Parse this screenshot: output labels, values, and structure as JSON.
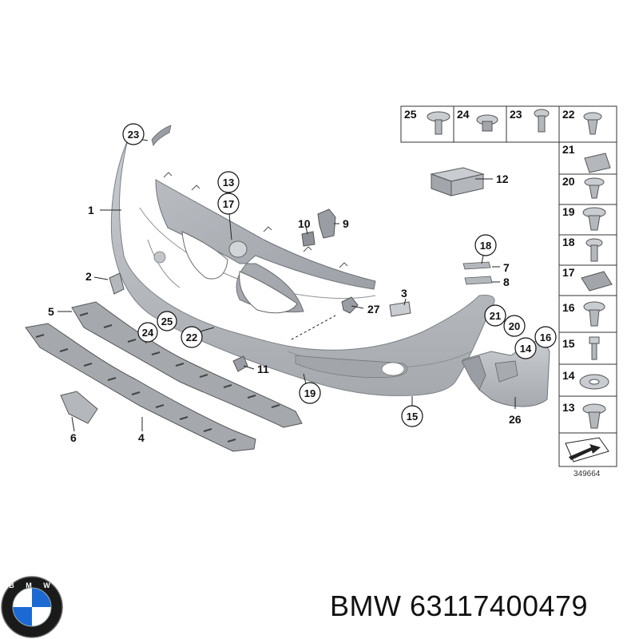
{
  "callouts": {
    "c1": "1",
    "c2": "2",
    "c3": "3",
    "c4": "4",
    "c5": "5",
    "c6": "6",
    "c7": "7",
    "c8": "8",
    "c9": "9",
    "c10": "10",
    "c11": "11",
    "c12": "12",
    "c13": "13",
    "c14": "14",
    "c15": "15",
    "c16": "16",
    "c17": "17",
    "c18": "18",
    "c19": "19",
    "c20": "20",
    "c21": "21",
    "c22": "22",
    "c23": "23",
    "c24": "24",
    "c25": "25",
    "c26": "26",
    "c27": "27"
  },
  "hardware_top": [
    "25",
    "24",
    "23",
    "22"
  ],
  "hardware_side": [
    "21",
    "20",
    "19",
    "18",
    "17",
    "16",
    "15",
    "14",
    "13"
  ],
  "diagram_number": "349664",
  "footer": {
    "brand": "BMW",
    "part_number": "63117400479"
  },
  "logo_letters": "BMW",
  "colors": {
    "part_fill": "#b4b8bd",
    "part_dark": "#8e9298",
    "line": "#222222"
  }
}
